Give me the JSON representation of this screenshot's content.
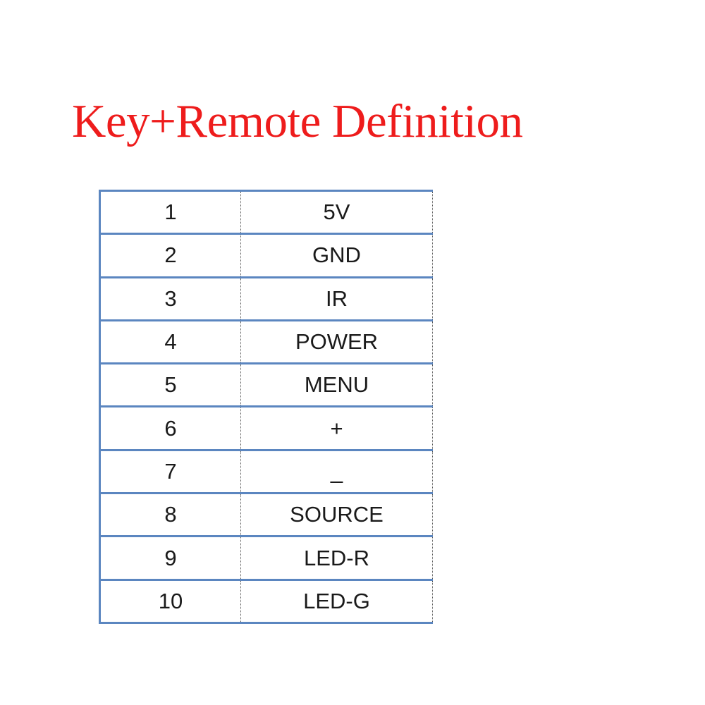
{
  "title": {
    "text": "Key+Remote Definition",
    "color": "#ee1c1c"
  },
  "table": {
    "border_color": "#5b86c0",
    "rows": [
      {
        "pin": "1",
        "function": "5V"
      },
      {
        "pin": "2",
        "function": "GND"
      },
      {
        "pin": "3",
        "function": "IR"
      },
      {
        "pin": "4",
        "function": "POWER"
      },
      {
        "pin": "5",
        "function": "MENU"
      },
      {
        "pin": "6",
        "function": "+"
      },
      {
        "pin": "7",
        "function": "_"
      },
      {
        "pin": "8",
        "function": "SOURCE"
      },
      {
        "pin": "9",
        "function": "LED-R"
      },
      {
        "pin": "10",
        "function": "LED-G"
      }
    ]
  }
}
